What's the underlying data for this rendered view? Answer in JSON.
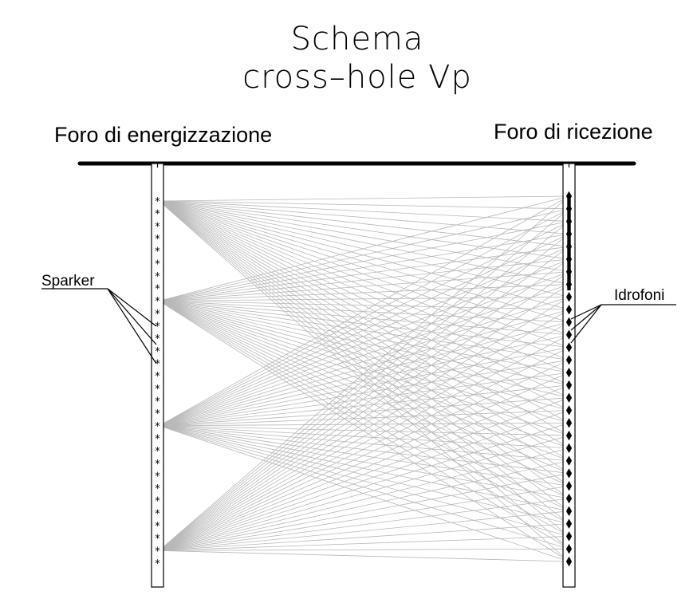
{
  "title": {
    "line1": "Schema",
    "line2": "cross–hole Vp"
  },
  "labels": {
    "source_hole": "Foro di energizzazione",
    "receiver_hole": "Foro di ricezione",
    "sources": "Sparker",
    "receivers": "Idrofoni"
  },
  "counts": {
    "sparkers": 30,
    "hydrophones": 30
  },
  "active_source_indices": [
    0,
    8,
    18,
    28
  ],
  "symbols": {
    "sparker": "*",
    "hydrophone": "◆"
  }
}
